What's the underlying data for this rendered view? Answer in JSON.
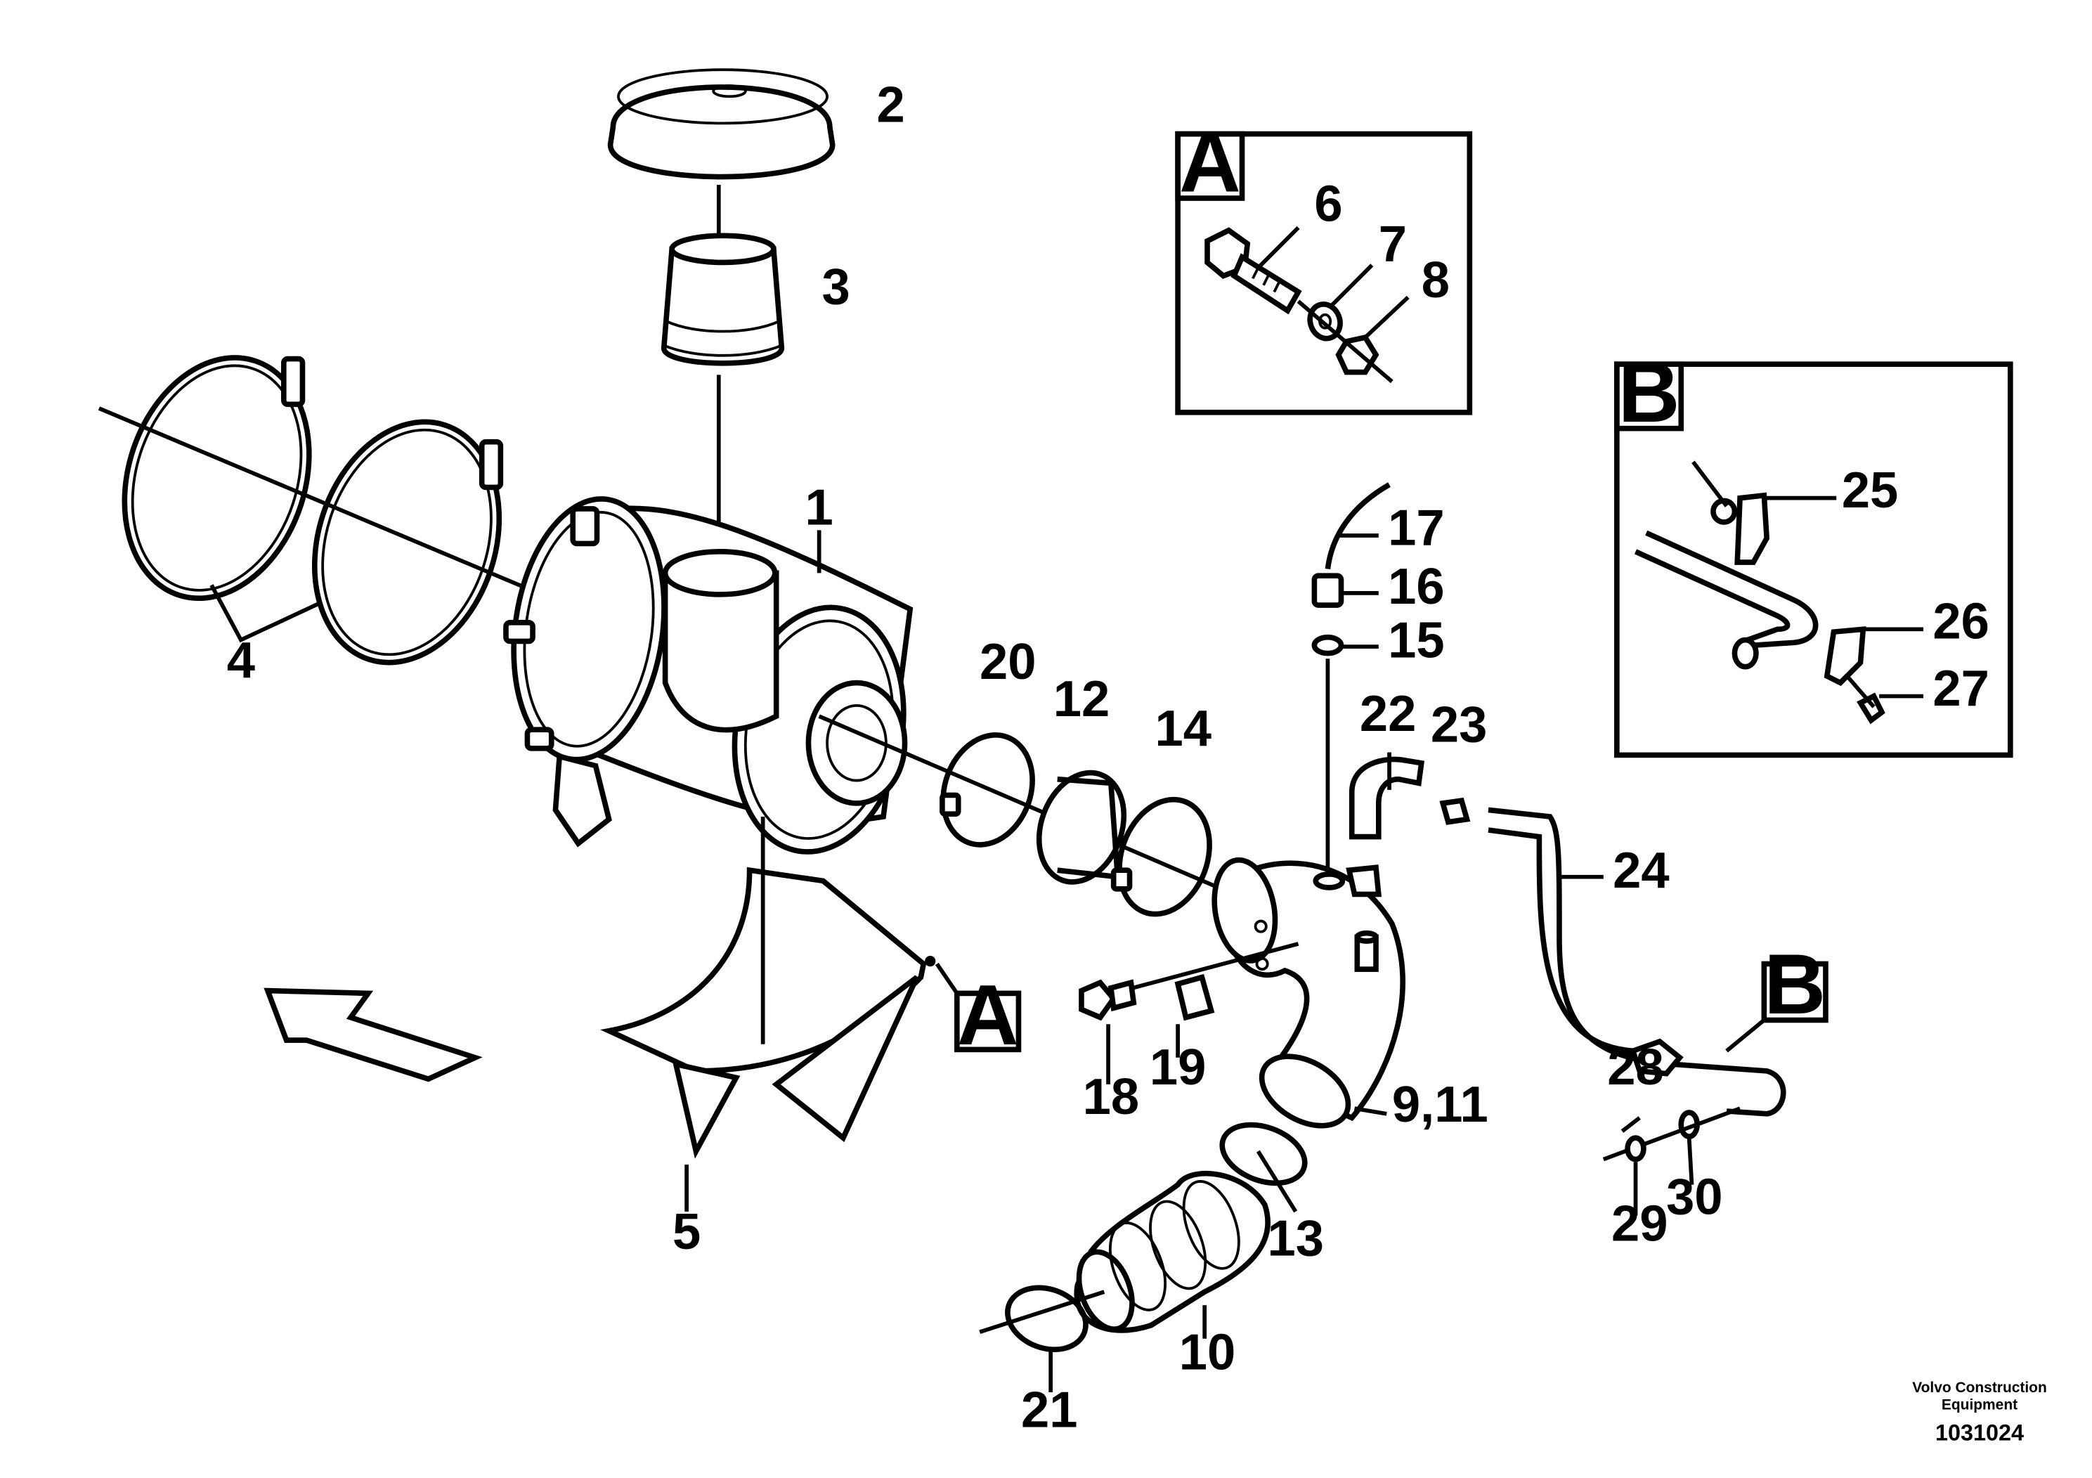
{
  "diagram": {
    "part_labels": {
      "p1": "1",
      "p2": "2",
      "p3": "3",
      "p4": "4",
      "p5": "5",
      "p6": "6",
      "p7": "7",
      "p8": "8",
      "p9_11": "9,11",
      "p10": "10",
      "p12": "12",
      "p13": "13",
      "p14": "14",
      "p15": "15",
      "p16": "16",
      "p17": "17",
      "p18": "18",
      "p19": "19",
      "p20": "20",
      "p21": "21",
      "p22": "22",
      "p23": "23",
      "p24": "24",
      "p25": "25",
      "p26": "26",
      "p27": "27",
      "p28": "28",
      "p29": "29",
      "p30": "30"
    },
    "detail_letters": {
      "a_box": "A",
      "b_box": "B",
      "a_callout": "A",
      "b_callout": "B"
    },
    "footer": {
      "company_line1": "Volvo Construction",
      "company_line2": "Equipment",
      "drawing_number": "1031024"
    }
  },
  "colors": {
    "ink": "#000000",
    "paper": "#ffffff"
  }
}
